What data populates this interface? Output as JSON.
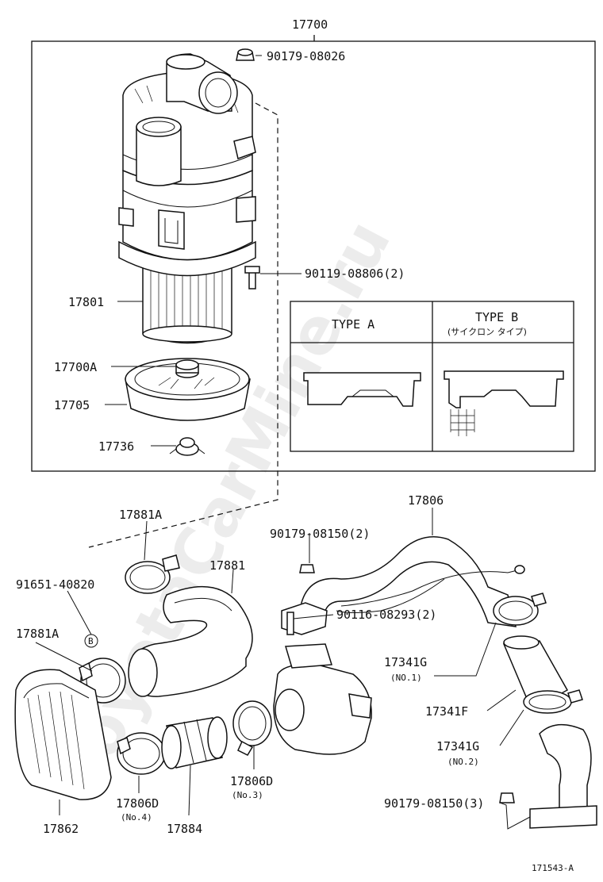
{
  "watermark": "ToyotaCarMine.ru",
  "assembly_number": "17700",
  "figure_code": "171543-A",
  "type_box": {
    "type_a": "TYPE A",
    "type_b": "TYPE B",
    "type_b_sub": "(サイクロン タイプ)"
  },
  "callouts": {
    "c90179_08026": "90179-08026",
    "c90119_08806": "90119-08806(2)",
    "c17801": "17801",
    "c17700A": "17700A",
    "c17705": "17705",
    "c17736": "17736",
    "c17881A_top": "17881A",
    "c17881": "17881",
    "c91651_40820": "91651-40820",
    "c17881A_left": "17881A",
    "c17862": "17862",
    "c17806D_no4": "17806D",
    "no4": "(No.4)",
    "c17884": "17884",
    "c17806D_no3": "17806D",
    "no3": "(No.3)",
    "c17806": "17806",
    "c90179_08150_2": "90179-08150(2)",
    "c90116_08293": "90116-08293(2)",
    "c17341G_1": "17341G",
    "no1": "(NO.1)",
    "c17341F": "17341F",
    "c17341G_2": "17341G",
    "no2": "(NO.2)",
    "c90179_08150_3": "90179-08150(3)",
    "circle_b": "B"
  }
}
